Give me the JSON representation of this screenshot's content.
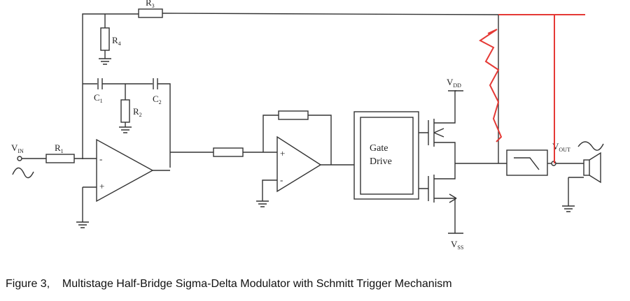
{
  "labels": {
    "r3": "R",
    "r3_sub": "3",
    "r4": "R",
    "r4_sub": "4",
    "c1": "C",
    "c1_sub": "1",
    "c2": "C",
    "c2_sub": "2",
    "r2": "R",
    "r2_sub": "2",
    "r1": "R",
    "r1_sub": "1",
    "vin": "V",
    "vin_sub": "IN",
    "vdd": "V",
    "vdd_sub": "DD",
    "vss": "V",
    "vss_sub": "SS",
    "vout": "V",
    "vout_sub": "OUT",
    "gate_line1": "Gate",
    "gate_line2": "Drive",
    "minus": "-",
    "plus": "+"
  },
  "caption": "Figure 3,    Multistage Half-Bridge Sigma-Delta Modulator with Schmitt Trigger Mechanism",
  "colors": {
    "wire": "#333333",
    "annotation": "#e53935"
  }
}
